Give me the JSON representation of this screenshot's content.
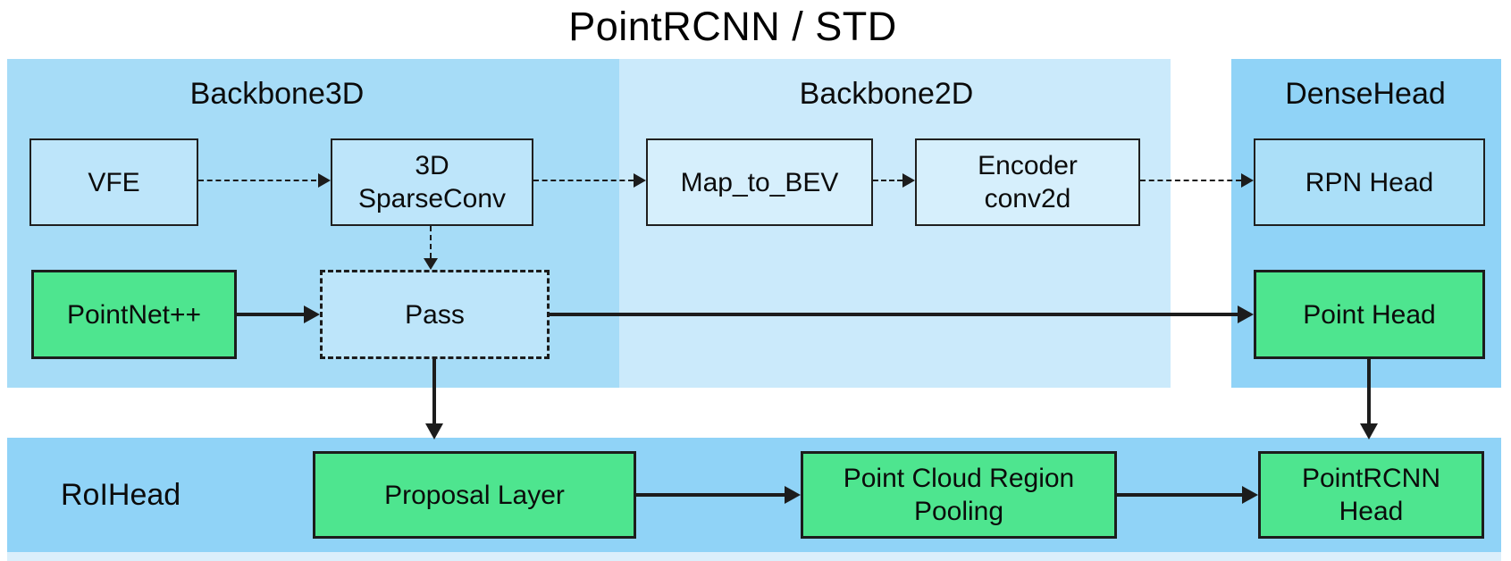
{
  "title": "PointRCNN / STD",
  "sections": {
    "backbone3d": {
      "label": "Backbone3D"
    },
    "backbone2d": {
      "label": "Backbone2D"
    },
    "densehead": {
      "label": "DenseHead"
    },
    "roihead": {
      "label": "RoIHead"
    }
  },
  "nodes": {
    "vfe": {
      "label": "VFE"
    },
    "sparse_conv": {
      "label": "3D\nSparseConv"
    },
    "map_to_bev": {
      "label": "Map_to_BEV"
    },
    "encoder_conv2d": {
      "label": "Encoder\nconv2d"
    },
    "rpn_head": {
      "label": "RPN Head"
    },
    "pointnet": {
      "label": "PointNet++"
    },
    "pass": {
      "label": "Pass"
    },
    "point_head": {
      "label": "Point Head"
    },
    "proposal_layer": {
      "label": "Proposal Layer"
    },
    "pc_region_pooling": {
      "label": "Point Cloud Region\nPooling"
    },
    "pointrcnn_head": {
      "label": "PointRCNN\nHead"
    }
  },
  "edges": [
    {
      "from": "vfe",
      "to": "sparse_conv",
      "style": "dashed"
    },
    {
      "from": "sparse_conv",
      "to": "map_to_bev",
      "style": "dashed"
    },
    {
      "from": "map_to_bev",
      "to": "encoder_conv2d",
      "style": "dashed"
    },
    {
      "from": "encoder_conv2d",
      "to": "rpn_head",
      "style": "dashed"
    },
    {
      "from": "sparse_conv",
      "to": "pass",
      "style": "dashed"
    },
    {
      "from": "pointnet",
      "to": "pass",
      "style": "solid"
    },
    {
      "from": "pass",
      "to": "point_head",
      "style": "solid"
    },
    {
      "from": "pass",
      "to": "proposal_layer",
      "style": "solid"
    },
    {
      "from": "point_head",
      "to": "pointrcnn_head",
      "style": "solid"
    },
    {
      "from": "proposal_layer",
      "to": "pc_region_pooling",
      "style": "solid"
    },
    {
      "from": "pc_region_pooling",
      "to": "pointrcnn_head",
      "style": "solid"
    }
  ],
  "colors": {
    "backbone3d_band": "#a6dcf7",
    "backbone2d_band": "#cbeafb",
    "densehead_band": "#90d3f7",
    "roihead_band": "#90d3f7",
    "bottom_strip": "#dbeffb",
    "blue_box_fill": "#bde5fa",
    "backbone2d_box_fill": "#d6effc",
    "rpn_box_fill": "#abdff8",
    "green_box_fill": "#4ee58f",
    "line_color": "#1c1c1c",
    "text_color": "#0b0b0b"
  }
}
